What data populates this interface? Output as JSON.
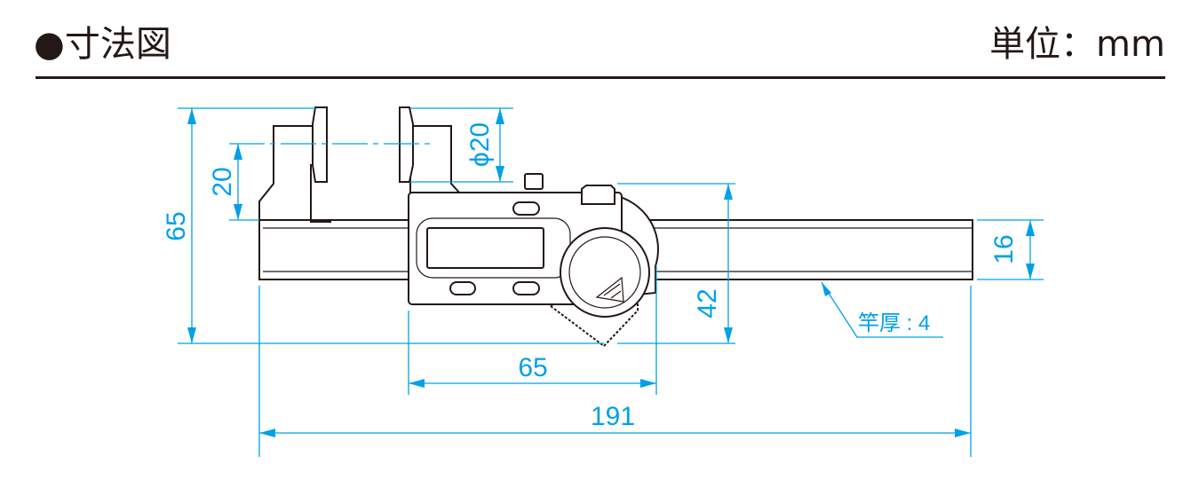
{
  "header": {
    "title": "●寸法図",
    "unit": "単位：mm"
  },
  "dimensions": {
    "overall_height": "65",
    "jaw_offset": "20",
    "disc_diameter": "ϕ20",
    "beam_width": "16",
    "slider_height": "42",
    "slider_length": "65",
    "overall_length": "191",
    "beam_thickness": "竿厚 : 4"
  },
  "colors": {
    "dimension": "#00a0e9",
    "line": "#231815"
  }
}
